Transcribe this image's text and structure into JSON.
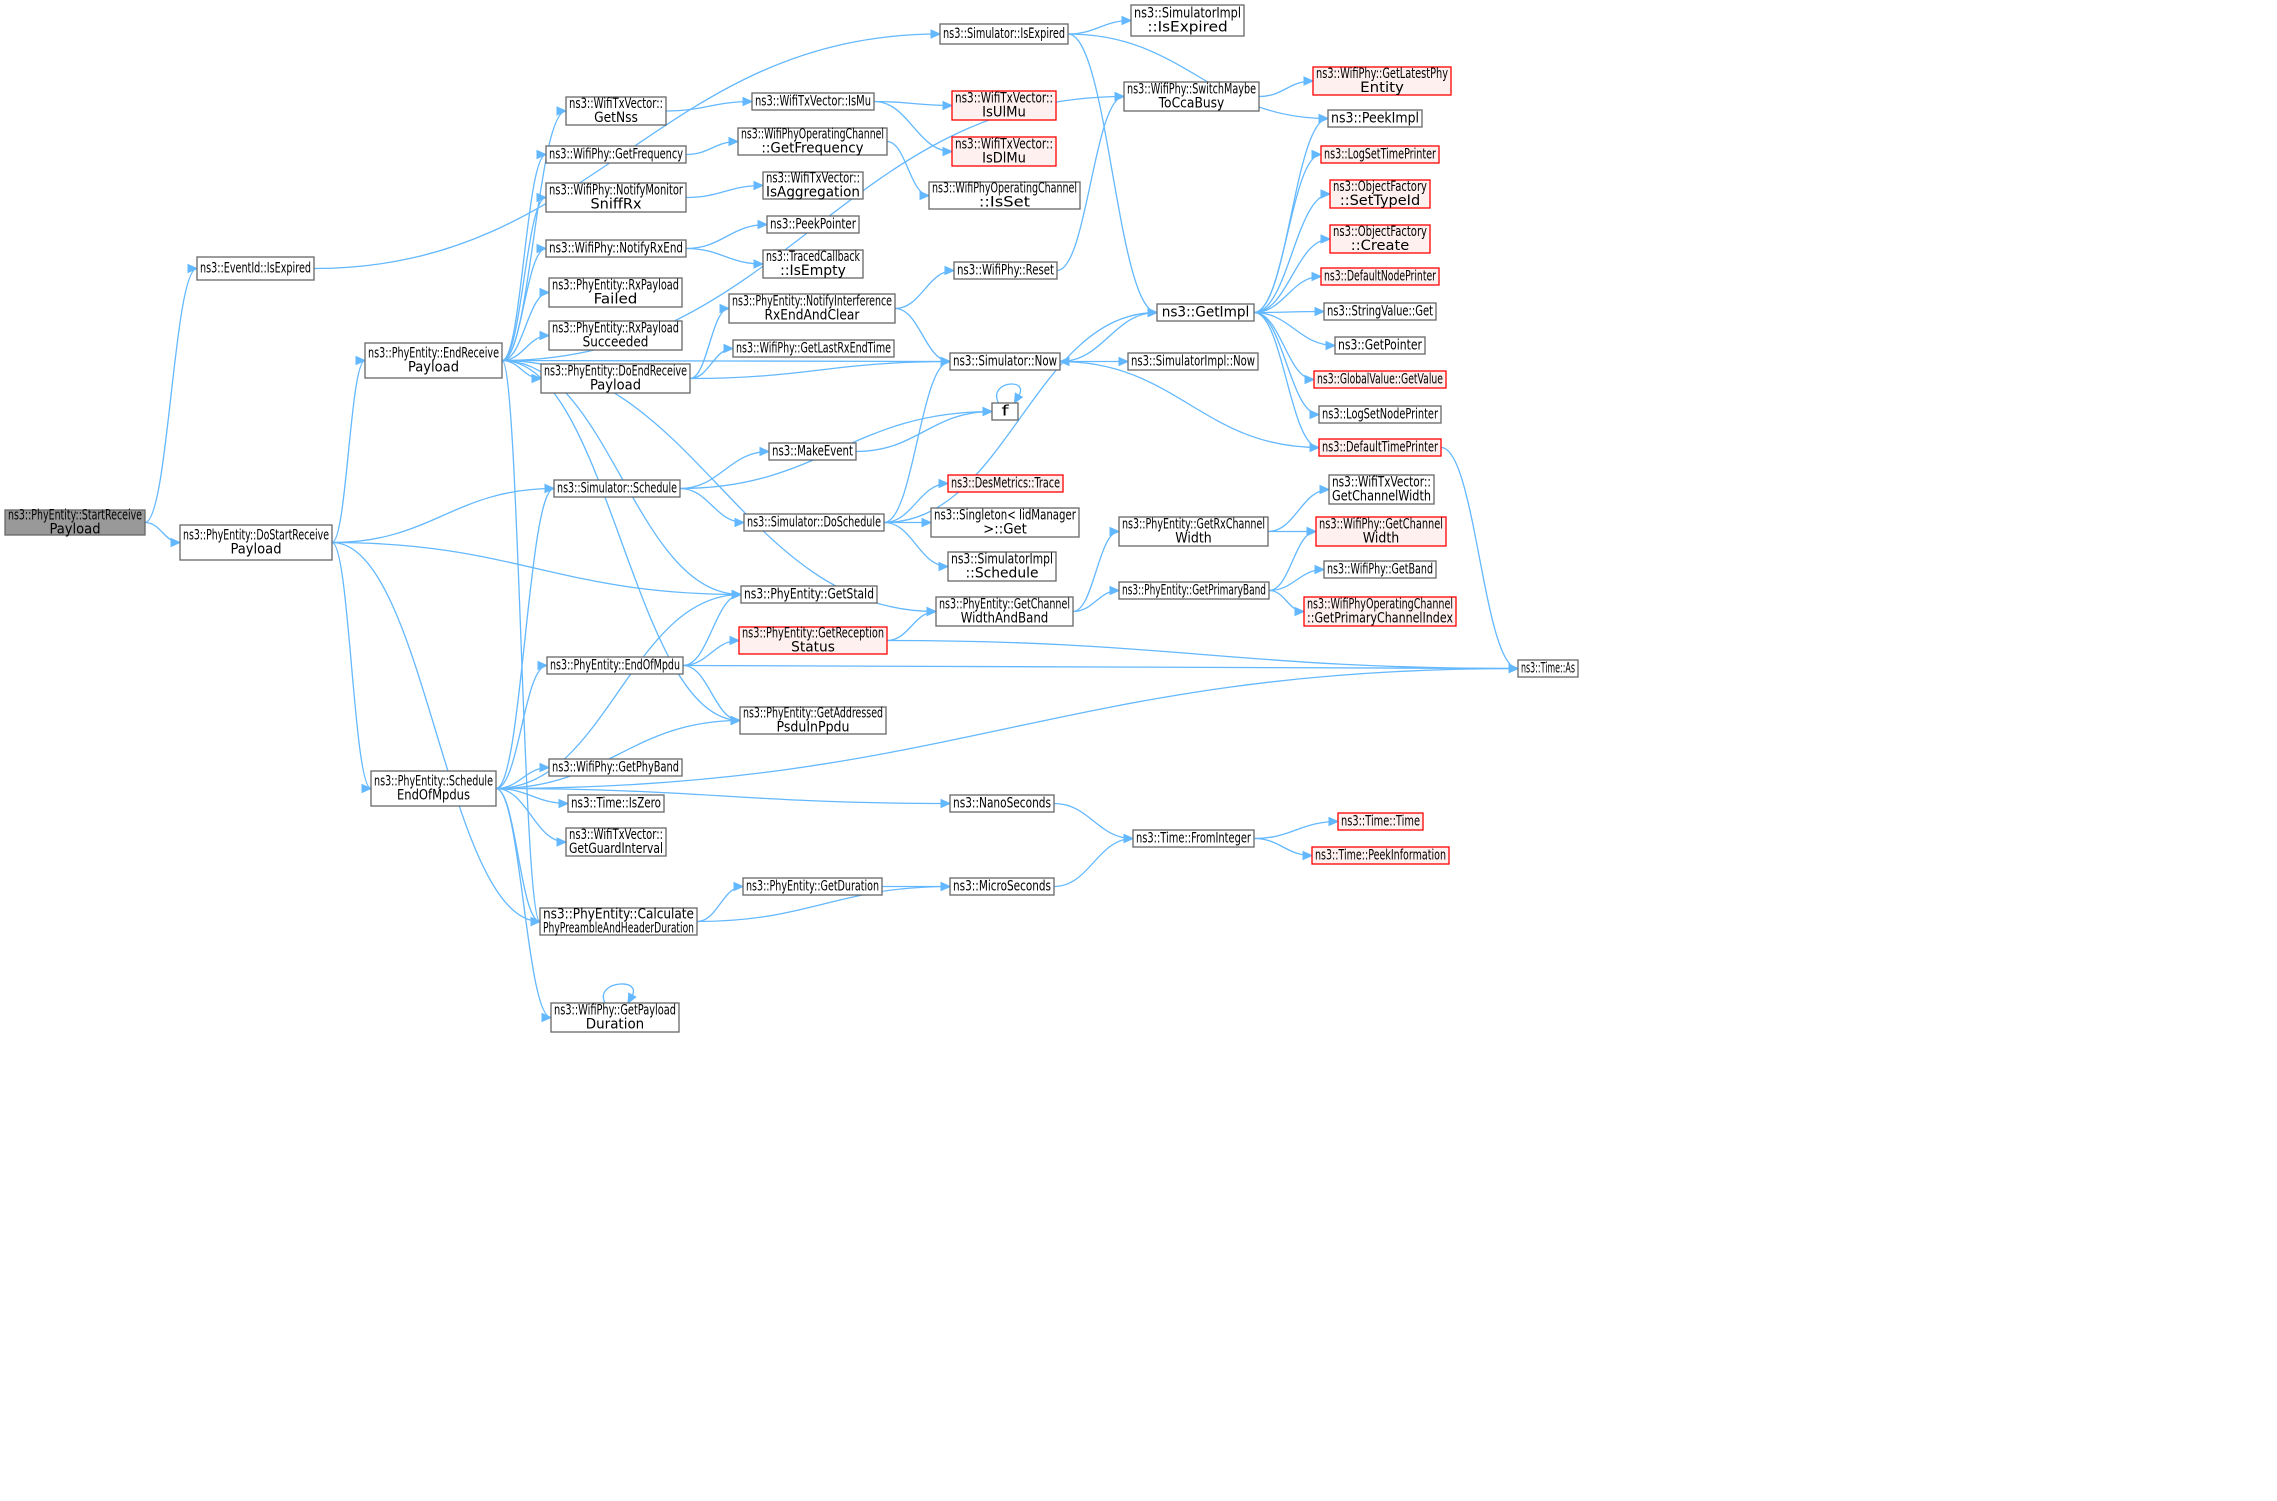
{
  "colors": {
    "edge": "#63b8ff",
    "node_border": "#666666",
    "node_fill": "#ffffff",
    "start_fill": "#999999",
    "missing_border": "#ff0000",
    "missing_fill": "#fff0f0"
  },
  "nodes": [
    {
      "id": "start",
      "lines": [
        "ns3::PhyEntity::StartReceive",
        "Payload"
      ],
      "style": "start"
    },
    {
      "id": "doStart",
      "lines": [
        "ns3::PhyEntity::DoStartReceive",
        "Payload"
      ]
    },
    {
      "id": "eventExpired",
      "lines": [
        "ns3::EventId::IsExpired"
      ]
    },
    {
      "id": "endRecv",
      "lines": [
        "ns3::PhyEntity::EndReceive",
        "Payload"
      ]
    },
    {
      "id": "schedEnd",
      "lines": [
        "ns3::PhyEntity::Schedule",
        "EndOfMpdus"
      ]
    },
    {
      "id": "simExpired",
      "lines": [
        "ns3::Simulator::IsExpired"
      ]
    },
    {
      "id": "implExpired",
      "lines": [
        "ns3::SimulatorImpl",
        "::IsExpired"
      ]
    },
    {
      "id": "getNss",
      "lines": [
        "ns3::WifiTxVector::",
        "GetNss"
      ]
    },
    {
      "id": "isMu",
      "lines": [
        "ns3::WifiTxVector::IsMu"
      ]
    },
    {
      "id": "isUlMu",
      "lines": [
        "ns3::WifiTxVector::",
        "IsUlMu"
      ],
      "style": "red"
    },
    {
      "id": "isDlMu",
      "lines": [
        "ns3::WifiTxVector::",
        "IsDlMu"
      ],
      "style": "red"
    },
    {
      "id": "getFreq",
      "lines": [
        "ns3::WifiPhy::GetFrequency"
      ]
    },
    {
      "id": "opChFreq",
      "lines": [
        "ns3::WifiPhyOperatingChannel",
        "::GetFrequency"
      ]
    },
    {
      "id": "opChIsSet",
      "lines": [
        "ns3::WifiPhyOperatingChannel",
        "::IsSet"
      ]
    },
    {
      "id": "notifyMon",
      "lines": [
        "ns3::WifiPhy::NotifyMonitor",
        "SniffRx"
      ]
    },
    {
      "id": "isAgg",
      "lines": [
        "ns3::WifiTxVector::",
        "IsAggregation"
      ]
    },
    {
      "id": "notifyRxEnd",
      "lines": [
        "ns3::WifiPhy::NotifyRxEnd"
      ]
    },
    {
      "id": "peekPtr",
      "lines": [
        "ns3::PeekPointer"
      ]
    },
    {
      "id": "tracedEmpty",
      "lines": [
        "ns3::TracedCallback",
        "::IsEmpty"
      ]
    },
    {
      "id": "rxFailed",
      "lines": [
        "ns3::PhyEntity::RxPayload",
        "Failed"
      ]
    },
    {
      "id": "rxSucc",
      "lines": [
        "ns3::PhyEntity::RxPayload",
        "Succeeded"
      ]
    },
    {
      "id": "notifyIntf",
      "lines": [
        "ns3::PhyEntity::NotifyInterference",
        "RxEndAndClear"
      ]
    },
    {
      "id": "wifiReset",
      "lines": [
        "ns3::WifiPhy::Reset"
      ]
    },
    {
      "id": "switchCca",
      "lines": [
        "ns3::WifiPhy::SwitchMaybe",
        "ToCcaBusy"
      ]
    },
    {
      "id": "latestPhy",
      "lines": [
        "ns3::WifiPhy::GetLatestPhy",
        "Entity"
      ],
      "style": "red"
    },
    {
      "id": "peekImpl",
      "lines": [
        "ns3::PeekImpl"
      ]
    },
    {
      "id": "doEndRecv",
      "lines": [
        "ns3::PhyEntity::DoEndReceive",
        "Payload"
      ]
    },
    {
      "id": "lastRxEnd",
      "lines": [
        "ns3::WifiPhy::GetLastRxEndTime"
      ]
    },
    {
      "id": "simNow",
      "lines": [
        "ns3::Simulator::Now"
      ]
    },
    {
      "id": "implNow",
      "lines": [
        "ns3::SimulatorImpl::Now"
      ]
    },
    {
      "id": "getImpl",
      "lines": [
        "ns3::GetImpl"
      ]
    },
    {
      "id": "logSetTime",
      "lines": [
        "ns3::LogSetTimePrinter"
      ],
      "style": "red"
    },
    {
      "id": "ofSetType",
      "lines": [
        "ns3::ObjectFactory",
        "::SetTypeId"
      ],
      "style": "red"
    },
    {
      "id": "ofCreate",
      "lines": [
        "ns3::ObjectFactory",
        "::Create"
      ],
      "style": "red"
    },
    {
      "id": "defNode",
      "lines": [
        "ns3::DefaultNodePrinter"
      ],
      "style": "red"
    },
    {
      "id": "strGet",
      "lines": [
        "ns3::StringValue::Get"
      ]
    },
    {
      "id": "getPointer",
      "lines": [
        "ns3::GetPointer"
      ]
    },
    {
      "id": "globalGet",
      "lines": [
        "ns3::GlobalValue::GetValue"
      ],
      "style": "red"
    },
    {
      "id": "logSetNode",
      "lines": [
        "ns3::LogSetNodePrinter"
      ]
    },
    {
      "id": "defTime",
      "lines": [
        "ns3::DefaultTimePrinter"
      ],
      "style": "red"
    },
    {
      "id": "fFunc",
      "lines": [
        "f"
      ]
    },
    {
      "id": "makeEvent",
      "lines": [
        "ns3::MakeEvent"
      ]
    },
    {
      "id": "simSched",
      "lines": [
        "ns3::Simulator::Schedule"
      ]
    },
    {
      "id": "doSched",
      "lines": [
        "ns3::Simulator::DoSchedule"
      ]
    },
    {
      "id": "desTrace",
      "lines": [
        "ns3::DesMetrics::Trace"
      ],
      "style": "red"
    },
    {
      "id": "singleton",
      "lines": [
        "ns3::Singleton< IidManager",
        ">::Get"
      ]
    },
    {
      "id": "implSched",
      "lines": [
        "ns3::SimulatorImpl",
        "::Schedule"
      ]
    },
    {
      "id": "getStaId",
      "lines": [
        "ns3::PhyEntity::GetStaId"
      ]
    },
    {
      "id": "getChWB",
      "lines": [
        "ns3::PhyEntity::GetChannel",
        "WidthAndBand"
      ]
    },
    {
      "id": "getRxChW",
      "lines": [
        "ns3::PhyEntity::GetRxChannel",
        "Width"
      ]
    },
    {
      "id": "txChW",
      "lines": [
        "ns3::WifiTxVector::",
        "GetChannelWidth"
      ]
    },
    {
      "id": "phyChW",
      "lines": [
        "ns3::WifiPhy::GetChannel",
        "Width"
      ],
      "style": "red"
    },
    {
      "id": "primBand",
      "lines": [
        "ns3::PhyEntity::GetPrimaryBand"
      ]
    },
    {
      "id": "phyBand",
      "lines": [
        "ns3::WifiPhy::GetBand"
      ]
    },
    {
      "id": "primIdx",
      "lines": [
        "ns3::WifiPhyOperatingChannel",
        "::GetPrimaryChannelIndex"
      ],
      "style": "red"
    },
    {
      "id": "rcptStatus",
      "lines": [
        "ns3::PhyEntity::GetReception",
        "Status"
      ],
      "style": "red"
    },
    {
      "id": "endMpdu",
      "lines": [
        "ns3::PhyEntity::EndOfMpdu"
      ]
    },
    {
      "id": "timeAs",
      "lines": [
        "ns3::Time::As"
      ]
    },
    {
      "id": "addrPsdu",
      "lines": [
        "ns3::PhyEntity::GetAddressed",
        "PsduInPpdu"
      ]
    },
    {
      "id": "phyBand2",
      "lines": [
        "ns3::WifiPhy::GetPhyBand"
      ]
    },
    {
      "id": "isZero",
      "lines": [
        "ns3::Time::IsZero"
      ]
    },
    {
      "id": "guardInt",
      "lines": [
        "ns3::WifiTxVector::",
        "GetGuardInterval"
      ]
    },
    {
      "id": "nanoSec",
      "lines": [
        "ns3::NanoSeconds"
      ]
    },
    {
      "id": "fromInt",
      "lines": [
        "ns3::Time::FromInteger"
      ]
    },
    {
      "id": "timeTime",
      "lines": [
        "ns3::Time::Time"
      ],
      "style": "red"
    },
    {
      "id": "peekInfo",
      "lines": [
        "ns3::Time::PeekInformation"
      ],
      "style": "red"
    },
    {
      "id": "getDur",
      "lines": [
        "ns3::PhyEntity::GetDuration"
      ]
    },
    {
      "id": "microSec",
      "lines": [
        "ns3::MicroSeconds"
      ]
    },
    {
      "id": "calcPre",
      "lines": [
        "ns3::PhyEntity::Calculate",
        "PhyPreambleAndHeaderDuration"
      ]
    },
    {
      "id": "payDur",
      "lines": [
        "ns3::WifiPhy::GetPayload",
        "Duration"
      ]
    }
  ],
  "edges": [
    [
      "start",
      "doStart"
    ],
    [
      "start",
      "eventExpired"
    ],
    [
      "eventExpired",
      "simExpired"
    ],
    [
      "simExpired",
      "implExpired"
    ],
    [
      "simExpired",
      "peekImpl"
    ],
    [
      "simExpired",
      "getImpl"
    ],
    [
      "doStart",
      "endRecv"
    ],
    [
      "doStart",
      "simSched"
    ],
    [
      "doStart",
      "getStaId"
    ],
    [
      "doStart",
      "schedEnd"
    ],
    [
      "doStart",
      "calcPre"
    ],
    [
      "endRecv",
      "getNss"
    ],
    [
      "endRecv",
      "getFreq"
    ],
    [
      "endRecv",
      "notifyMon"
    ],
    [
      "endRecv",
      "notifyRxEnd"
    ],
    [
      "endRecv",
      "rxFailed"
    ],
    [
      "endRecv",
      "rxSucc"
    ],
    [
      "endRecv",
      "doEndRecv"
    ],
    [
      "endRecv",
      "switchCca"
    ],
    [
      "endRecv",
      "simNow"
    ],
    [
      "endRecv",
      "getStaId"
    ],
    [
      "endRecv",
      "getChWB"
    ],
    [
      "endRecv",
      "addrPsdu"
    ],
    [
      "endRecv",
      "calcPre"
    ],
    [
      "getNss",
      "isMu"
    ],
    [
      "isMu",
      "isUlMu"
    ],
    [
      "isMu",
      "isDlMu"
    ],
    [
      "getFreq",
      "opChFreq"
    ],
    [
      "opChFreq",
      "opChIsSet"
    ],
    [
      "notifyMon",
      "isAgg"
    ],
    [
      "notifyRxEnd",
      "peekPtr"
    ],
    [
      "notifyRxEnd",
      "tracedEmpty"
    ],
    [
      "doEndRecv",
      "notifyIntf"
    ],
    [
      "doEndRecv",
      "lastRxEnd"
    ],
    [
      "doEndRecv",
      "simNow"
    ],
    [
      "notifyIntf",
      "wifiReset"
    ],
    [
      "notifyIntf",
      "simNow"
    ],
    [
      "wifiReset",
      "switchCca"
    ],
    [
      "switchCca",
      "latestPhy"
    ],
    [
      "simNow",
      "getImpl"
    ],
    [
      "simNow",
      "implNow"
    ],
    [
      "getImpl",
      "peekImpl"
    ],
    [
      "getImpl",
      "logSetTime"
    ],
    [
      "getImpl",
      "ofSetType"
    ],
    [
      "getImpl",
      "ofCreate"
    ],
    [
      "getImpl",
      "defNode"
    ],
    [
      "getImpl",
      "strGet"
    ],
    [
      "getImpl",
      "getPointer"
    ],
    [
      "getImpl",
      "globalGet"
    ],
    [
      "getImpl",
      "logSetNode"
    ],
    [
      "getImpl",
      "defTime"
    ],
    [
      "defTime",
      "simNow"
    ],
    [
      "defTime",
      "timeAs"
    ],
    [
      "fFunc",
      "fFunc"
    ],
    [
      "makeEvent",
      "fFunc"
    ],
    [
      "simSched",
      "makeEvent"
    ],
    [
      "simSched",
      "doSched"
    ],
    [
      "simSched",
      "fFunc"
    ],
    [
      "doSched",
      "simNow"
    ],
    [
      "doSched",
      "getImpl"
    ],
    [
      "doSched",
      "desTrace"
    ],
    [
      "doSched",
      "singleton"
    ],
    [
      "doSched",
      "implSched"
    ],
    [
      "getChWB",
      "getRxChW"
    ],
    [
      "getChWB",
      "primBand"
    ],
    [
      "getRxChW",
      "txChW"
    ],
    [
      "getRxChW",
      "phyChW"
    ],
    [
      "primBand",
      "phyChW"
    ],
    [
      "primBand",
      "phyBand"
    ],
    [
      "primBand",
      "primIdx"
    ],
    [
      "rcptStatus",
      "getChWB"
    ],
    [
      "rcptStatus",
      "timeAs"
    ],
    [
      "endMpdu",
      "getStaId"
    ],
    [
      "endMpdu",
      "rcptStatus"
    ],
    [
      "endMpdu",
      "timeAs"
    ],
    [
      "endMpdu",
      "addrPsdu"
    ],
    [
      "schedEnd",
      "simSched"
    ],
    [
      "schedEnd",
      "getStaId"
    ],
    [
      "schedEnd",
      "endMpdu"
    ],
    [
      "schedEnd",
      "phyBand2"
    ],
    [
      "schedEnd",
      "isZero"
    ],
    [
      "schedEnd",
      "guardInt"
    ],
    [
      "schedEnd",
      "nanoSec"
    ],
    [
      "schedEnd",
      "addrPsdu"
    ],
    [
      "schedEnd",
      "calcPre"
    ],
    [
      "schedEnd",
      "payDur"
    ],
    [
      "schedEnd",
      "timeAs"
    ],
    [
      "nanoSec",
      "fromInt"
    ],
    [
      "fromInt",
      "timeTime"
    ],
    [
      "fromInt",
      "peekInfo"
    ],
    [
      "microSec",
      "fromInt"
    ],
    [
      "getDur",
      "microSec"
    ],
    [
      "calcPre",
      "getDur"
    ],
    [
      "calcPre",
      "microSec"
    ],
    [
      "payDur",
      "payDur"
    ]
  ]
}
